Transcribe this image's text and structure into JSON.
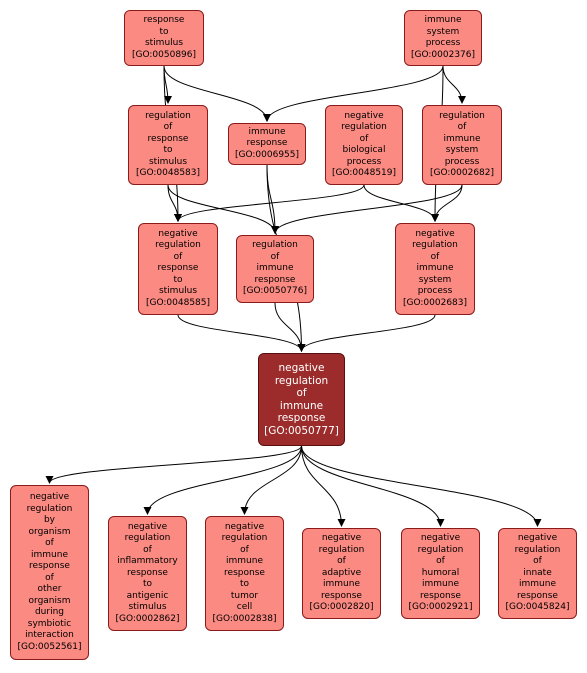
{
  "colors": {
    "node_fill": "#fa8a82",
    "node_border": "#8b1a1a",
    "focus_fill": "#9c2c2c",
    "focus_text": "#ffffff",
    "edge": "#000000"
  },
  "nodes": [
    {
      "id": "n0050896",
      "lines": [
        "response",
        "to",
        "stimulus",
        "[GO:0050896]"
      ]
    },
    {
      "id": "n0002376",
      "lines": [
        "immune",
        "system",
        "process",
        "[GO:0002376]"
      ]
    },
    {
      "id": "n0048583",
      "lines": [
        "regulation",
        "of",
        "response",
        "to",
        "stimulus",
        "[GO:0048583]"
      ]
    },
    {
      "id": "n0006955",
      "lines": [
        "immune",
        "response",
        "[GO:0006955]"
      ]
    },
    {
      "id": "n0048519",
      "lines": [
        "negative",
        "regulation",
        "of",
        "biological",
        "process",
        "[GO:0048519]"
      ]
    },
    {
      "id": "n0002682",
      "lines": [
        "regulation",
        "of",
        "immune",
        "system",
        "process",
        "[GO:0002682]"
      ]
    },
    {
      "id": "n0048585",
      "lines": [
        "negative",
        "regulation",
        "of",
        "response",
        "to",
        "stimulus",
        "[GO:0048585]"
      ]
    },
    {
      "id": "n0050776",
      "lines": [
        "regulation",
        "of",
        "immune",
        "response",
        "[GO:0050776]"
      ]
    },
    {
      "id": "n0002683",
      "lines": [
        "negative",
        "regulation",
        "of",
        "immune",
        "system",
        "process",
        "[GO:0002683]"
      ]
    },
    {
      "id": "n0050777",
      "lines": [
        "negative",
        "regulation",
        "of",
        "immune",
        "response",
        "[GO:0050777]"
      ],
      "focus": true
    },
    {
      "id": "n0052561",
      "lines": [
        "negative",
        "regulation",
        "by",
        "organism",
        "of",
        "immune",
        "response",
        "of",
        "other",
        "organism",
        "during",
        "symbiotic",
        "interaction",
        "[GO:0052561]"
      ]
    },
    {
      "id": "n0002862",
      "lines": [
        "negative",
        "regulation",
        "of",
        "inflammatory",
        "response",
        "to",
        "antigenic",
        "stimulus",
        "[GO:0002862]"
      ]
    },
    {
      "id": "n0002838",
      "lines": [
        "negative",
        "regulation",
        "of",
        "immune",
        "response",
        "to",
        "tumor",
        "cell",
        "[GO:0002838]"
      ]
    },
    {
      "id": "n0002820",
      "lines": [
        "negative",
        "regulation",
        "of",
        "adaptive",
        "immune",
        "response",
        "[GO:0002820]"
      ]
    },
    {
      "id": "n0002921",
      "lines": [
        "negative",
        "regulation",
        "of",
        "humoral",
        "immune",
        "response",
        "[GO:0002921]"
      ]
    },
    {
      "id": "n0045824",
      "lines": [
        "negative",
        "regulation",
        "of",
        "innate",
        "immune",
        "response",
        "[GO:0045824]"
      ]
    }
  ],
  "edges": [
    [
      "n0050896",
      "n0048583"
    ],
    [
      "n0050896",
      "n0006955"
    ],
    [
      "n0050896",
      "n0048585"
    ],
    [
      "n0002376",
      "n0006955"
    ],
    [
      "n0002376",
      "n0002682"
    ],
    [
      "n0002376",
      "n0002683"
    ],
    [
      "n0048583",
      "n0048585"
    ],
    [
      "n0048583",
      "n0050776"
    ],
    [
      "n0006955",
      "n0050776"
    ],
    [
      "n0006955",
      "n0050777"
    ],
    [
      "n0048519",
      "n0048585"
    ],
    [
      "n0048519",
      "n0002683"
    ],
    [
      "n0002682",
      "n0050776"
    ],
    [
      "n0002682",
      "n0002683"
    ],
    [
      "n0048585",
      "n0050777"
    ],
    [
      "n0050776",
      "n0050777"
    ],
    [
      "n0002683",
      "n0050777"
    ],
    [
      "n0050777",
      "n0052561"
    ],
    [
      "n0050777",
      "n0002862"
    ],
    [
      "n0050777",
      "n0002838"
    ],
    [
      "n0050777",
      "n0002820"
    ],
    [
      "n0050777",
      "n0002921"
    ],
    [
      "n0050777",
      "n0045824"
    ]
  ]
}
